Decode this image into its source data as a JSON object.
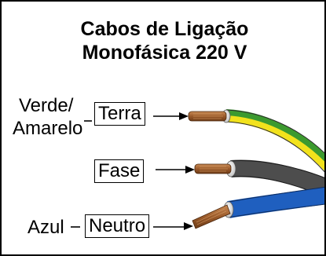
{
  "title": {
    "line1": "Cabos de Ligação",
    "line2": "Monofásica 220 V"
  },
  "wires": [
    {
      "id": "terra",
      "label": "Terra",
      "color_text_line1": "Verde/",
      "color_text_line2": "Amarelo",
      "insulation_colors": [
        "#3c9a2f",
        "#f2e21c"
      ]
    },
    {
      "id": "fase",
      "label": "Fase",
      "insulation_colors": [
        "#4d4d4d"
      ]
    },
    {
      "id": "neutro",
      "label": "Neutro",
      "color_text_line1": "Azul",
      "insulation_colors": [
        "#1f5fbf"
      ]
    }
  ],
  "colors": {
    "copper": "#9a5a2a",
    "copper_highlight": "#c98a55",
    "insulation_tip": "#e8e8e8",
    "line": "#000000"
  }
}
